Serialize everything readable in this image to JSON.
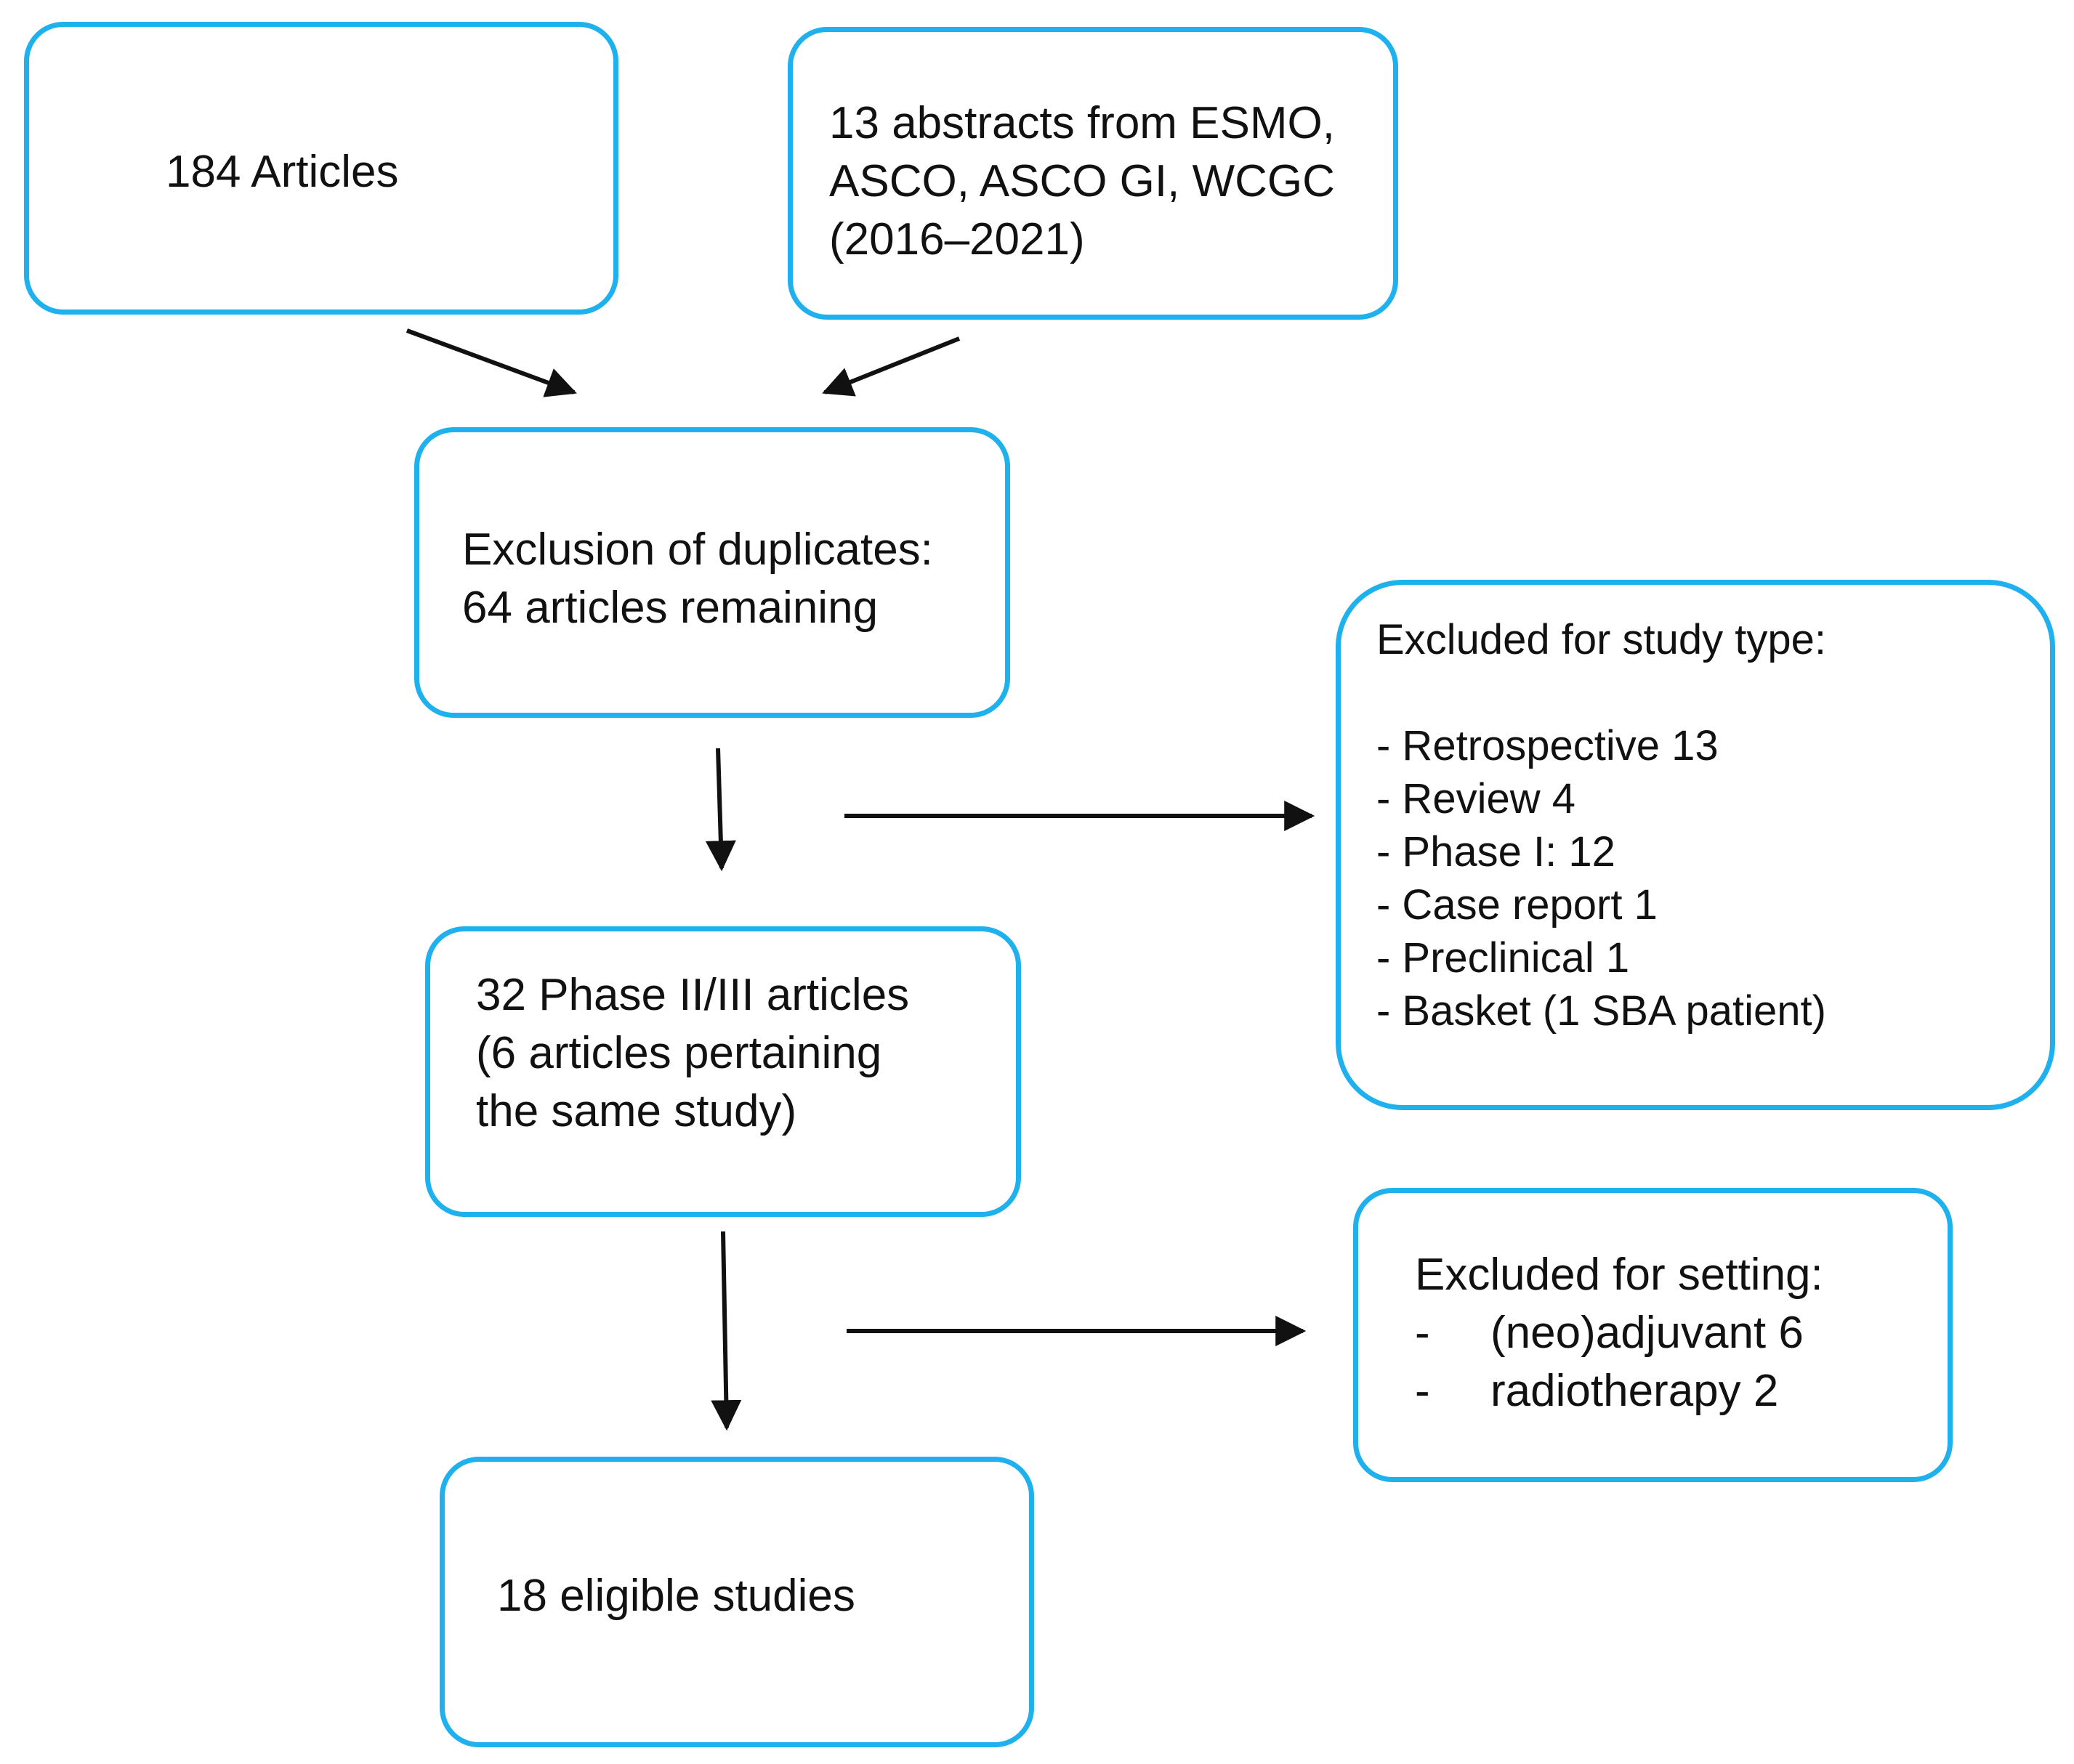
{
  "boxes": {
    "articles": {
      "text": "184 Articles"
    },
    "abstracts": {
      "lines": [
        "13 abstracts from ESMO,",
        "ASCO, ASCO GI, WCGC",
        "(2016–2021)"
      ]
    },
    "duplicates": {
      "lines": [
        "Exclusion of duplicates:",
        "64 articles remaining"
      ]
    },
    "excluded_study_type": {
      "title": "Excluded for study type:",
      "items": [
        "- Retrospective 13",
        "- Review 4",
        "- Phase I: 12",
        "- Case report 1",
        "- Preclinical 1",
        "- Basket (1 SBA patient)"
      ]
    },
    "phase": {
      "lines": [
        "32 Phase II/III articles",
        "(6 articles pertaining",
        "the same study)"
      ]
    },
    "excluded_setting": {
      "title": "Excluded for setting:",
      "items": [
        {
          "bullet": "-",
          "text": "(neo)adjuvant 6"
        },
        {
          "bullet": "-",
          "text": "radiotherapy 2"
        }
      ]
    },
    "eligible": {
      "text": "18 eligible studies"
    }
  },
  "colors": {
    "box_border": "#1fb1ee",
    "arrow": "#111111",
    "text": "#111111"
  }
}
